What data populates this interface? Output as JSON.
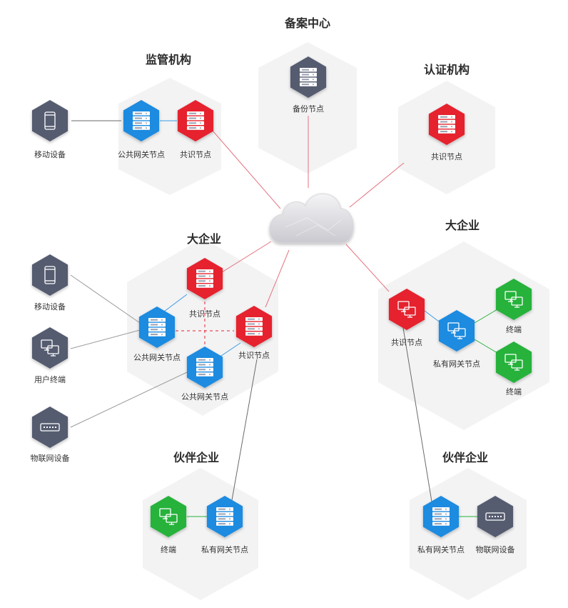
{
  "colors": {
    "red": "#e5202e",
    "blue": "#1f8be0",
    "green": "#27b23a",
    "gray": "#555b70",
    "bg_hex": "#f3f3f4",
    "line_red": "#e4737f",
    "line_gray": "#9a9a9a"
  },
  "groups": {
    "regulator": {
      "title": "监管机构"
    },
    "filing": {
      "title": "备案中心"
    },
    "cert": {
      "title": "认证机构"
    },
    "bigco_left": {
      "title": "大企业"
    },
    "bigco_right": {
      "title": "大企业"
    },
    "partner_left": {
      "title": "伙伴企业"
    },
    "partner_right": {
      "title": "伙伴企业"
    }
  },
  "nodes": {
    "reg_mobile": {
      "label": "移动设备",
      "icon": "mobile-icon"
    },
    "reg_gateway": {
      "label": "公共网关节点",
      "icon": "server-icon"
    },
    "reg_consensus": {
      "label": "共识节点",
      "icon": "server-icon"
    },
    "filing_backup": {
      "label": "备份节点",
      "icon": "server-icon"
    },
    "cert_consensus": {
      "label": "共识节点",
      "icon": "server-icon"
    },
    "bl_consensus_top": {
      "label": "共识节点",
      "icon": "server-icon"
    },
    "bl_gateway_left": {
      "label": "公共网关节点",
      "icon": "server-icon"
    },
    "bl_consensus_right": {
      "label": "共识节点",
      "icon": "server-icon"
    },
    "bl_gateway_bottom": {
      "label": "公共网关节点",
      "icon": "server-icon"
    },
    "ext_mobile": {
      "label": "移动设备",
      "icon": "mobile-icon"
    },
    "ext_terminal": {
      "label": "用户终端",
      "icon": "monitor-icon"
    },
    "ext_iot": {
      "label": "物联网设备",
      "icon": "iot-icon"
    },
    "br_consensus": {
      "label": "共识节点",
      "icon": "monitor-icon"
    },
    "br_private_gw": {
      "label": "私有网关节点",
      "icon": "monitor-icon"
    },
    "br_terminal_top": {
      "label": "终端",
      "icon": "monitor-icon"
    },
    "br_terminal_bottom": {
      "label": "终端",
      "icon": "monitor-icon"
    },
    "pl_terminal": {
      "label": "终端",
      "icon": "monitor-icon"
    },
    "pl_private_gw": {
      "label": "私有网关节点",
      "icon": "server-icon"
    },
    "pr_private_gw": {
      "label": "私有网关节点",
      "icon": "server-icon"
    },
    "pr_iot": {
      "label": "物联网设备",
      "icon": "iot-icon"
    }
  }
}
